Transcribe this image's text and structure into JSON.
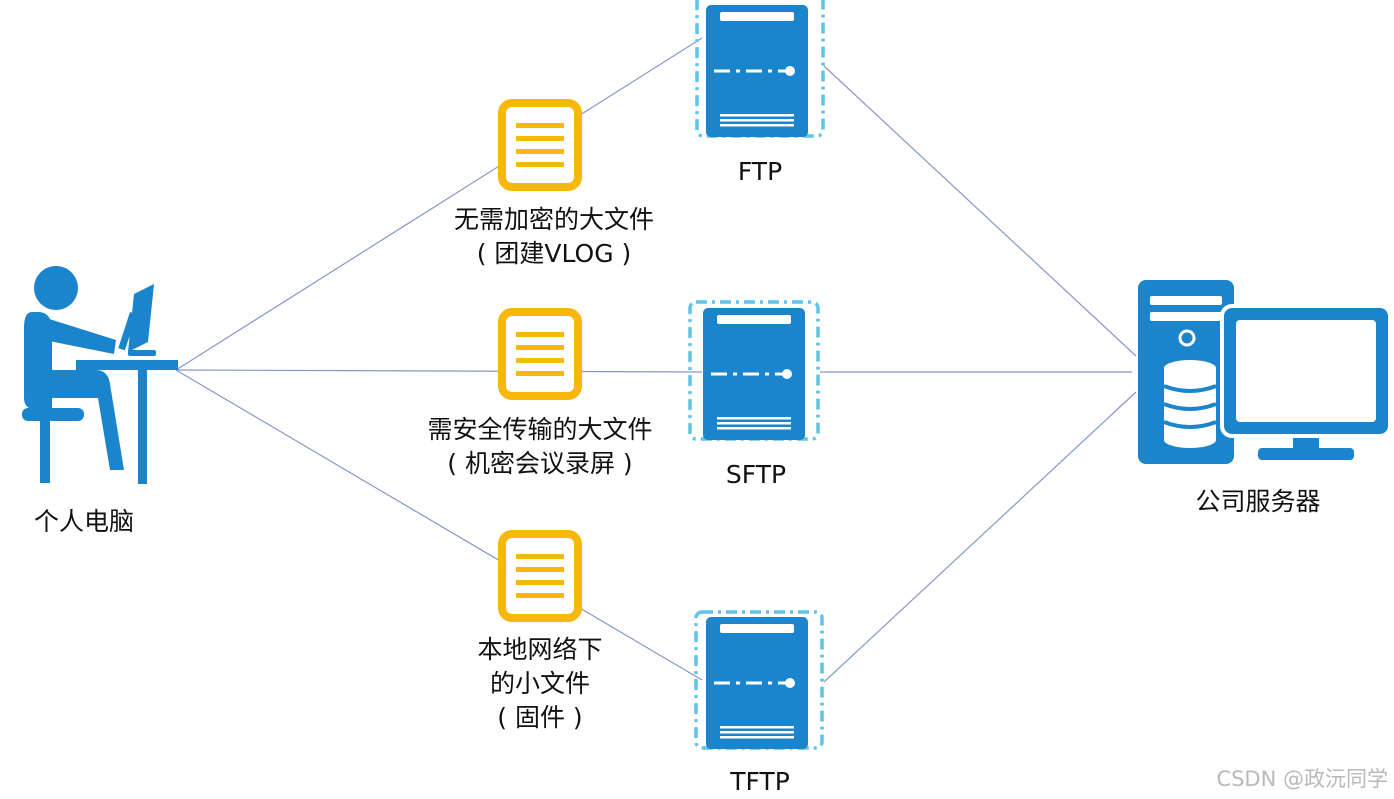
{
  "nodes": {
    "personal_pc": {
      "label": "个人电脑"
    },
    "company_server": {
      "label": "公司服务器"
    },
    "ftp_server": {
      "label": "FTP"
    },
    "sftp_server": {
      "label": "SFTP"
    },
    "tftp_server": {
      "label": "TFTP"
    }
  },
  "files": {
    "ftp_file": {
      "line1": "无需加密的大文件",
      "line2": "( 团建VLOG )"
    },
    "sftp_file": {
      "line1": "需安全传输的大文件",
      "line2": "( 机密会议录屏 )"
    },
    "tftp_file": {
      "line1": "本地网络下",
      "line2": "的小文件",
      "line3": "( 固件 )"
    }
  },
  "watermark": "CSDN @政沅同学",
  "colors": {
    "icon_blue": "#1a85cc",
    "file_yellow": "#f7b80a",
    "connector_line": "#8797c9",
    "dashed_frame": "#5fc4e6"
  }
}
